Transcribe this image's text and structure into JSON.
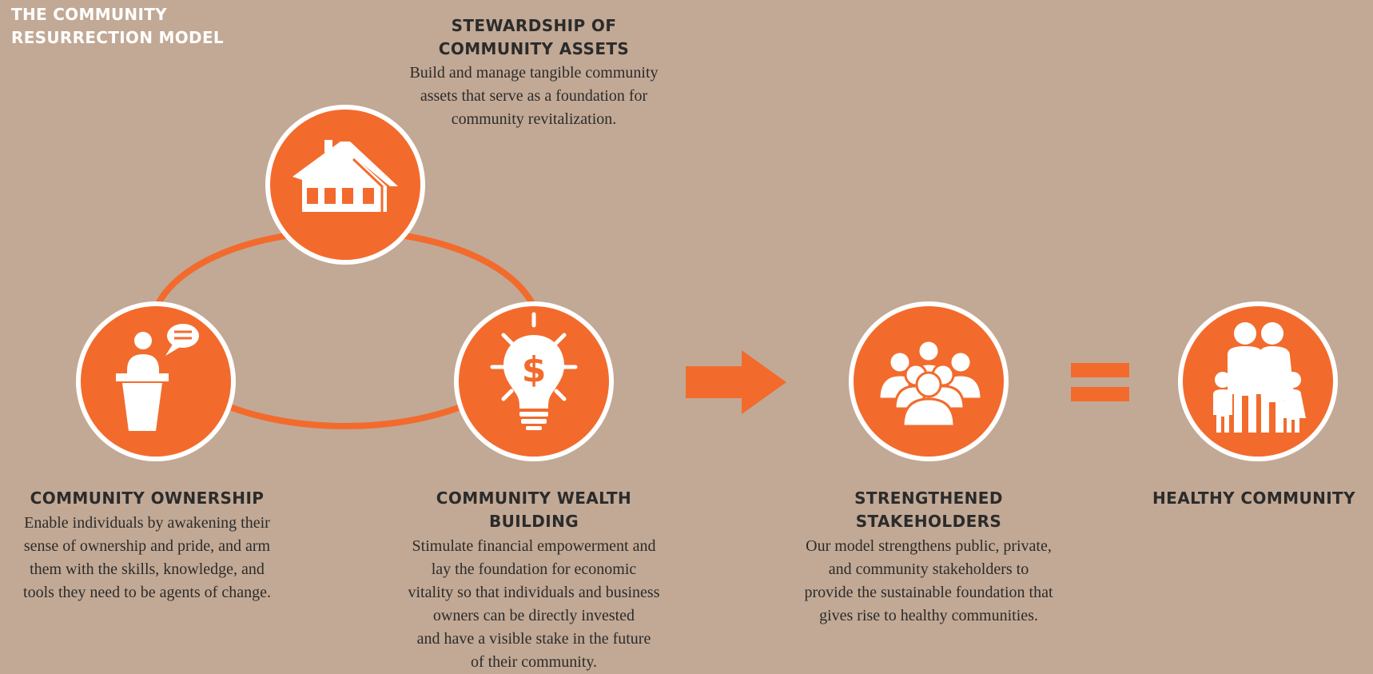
{
  "title": {
    "lines": [
      "THE COMMUNITY",
      "RESURRECTION MODEL"
    ]
  },
  "colors": {
    "background": "#c2a995",
    "accent": "#f26b2d",
    "circle_border": "#ffffff",
    "text": "#2b2b2b"
  },
  "nodes": {
    "stewardship": {
      "heading": [
        "STEWARDSHIP OF",
        "COMMUNITY ASSETS"
      ],
      "description": [
        "Build and manage tangible community",
        "assets that serve as a foundation for",
        "community revitalization."
      ],
      "icon": "house-icon"
    },
    "ownership": {
      "heading": [
        "COMMUNITY OWNERSHIP"
      ],
      "description": [
        "Enable individuals by awakening their",
        "sense of ownership and pride, and arm",
        "them with the skills, knowledge, and",
        "tools they need to be agents of change."
      ],
      "icon": "speaker-podium-icon"
    },
    "wealth": {
      "heading": [
        "COMMUNITY WEALTH",
        "BUILDING"
      ],
      "description": [
        "Stimulate financial empowerment and",
        "lay the foundation for economic",
        "vitality so that individuals and business",
        "owners can be directly invested",
        "and have a visible stake in the future",
        "of their community."
      ],
      "icon": "lightbulb-dollar-icon"
    },
    "stakeholders": {
      "heading": [
        "STRENGTHENED",
        "STAKEHOLDERS"
      ],
      "description": [
        "Our model strengthens public, private,",
        "and community stakeholders to",
        "provide the sustainable foundation that",
        "gives rise to healthy communities."
      ],
      "icon": "group-icon"
    },
    "healthy": {
      "heading": [
        "HEALTHY COMMUNITY"
      ],
      "icon": "family-icon"
    }
  },
  "connectors": {
    "arrow": "arrow-right-icon",
    "equals": "equals-icon"
  }
}
